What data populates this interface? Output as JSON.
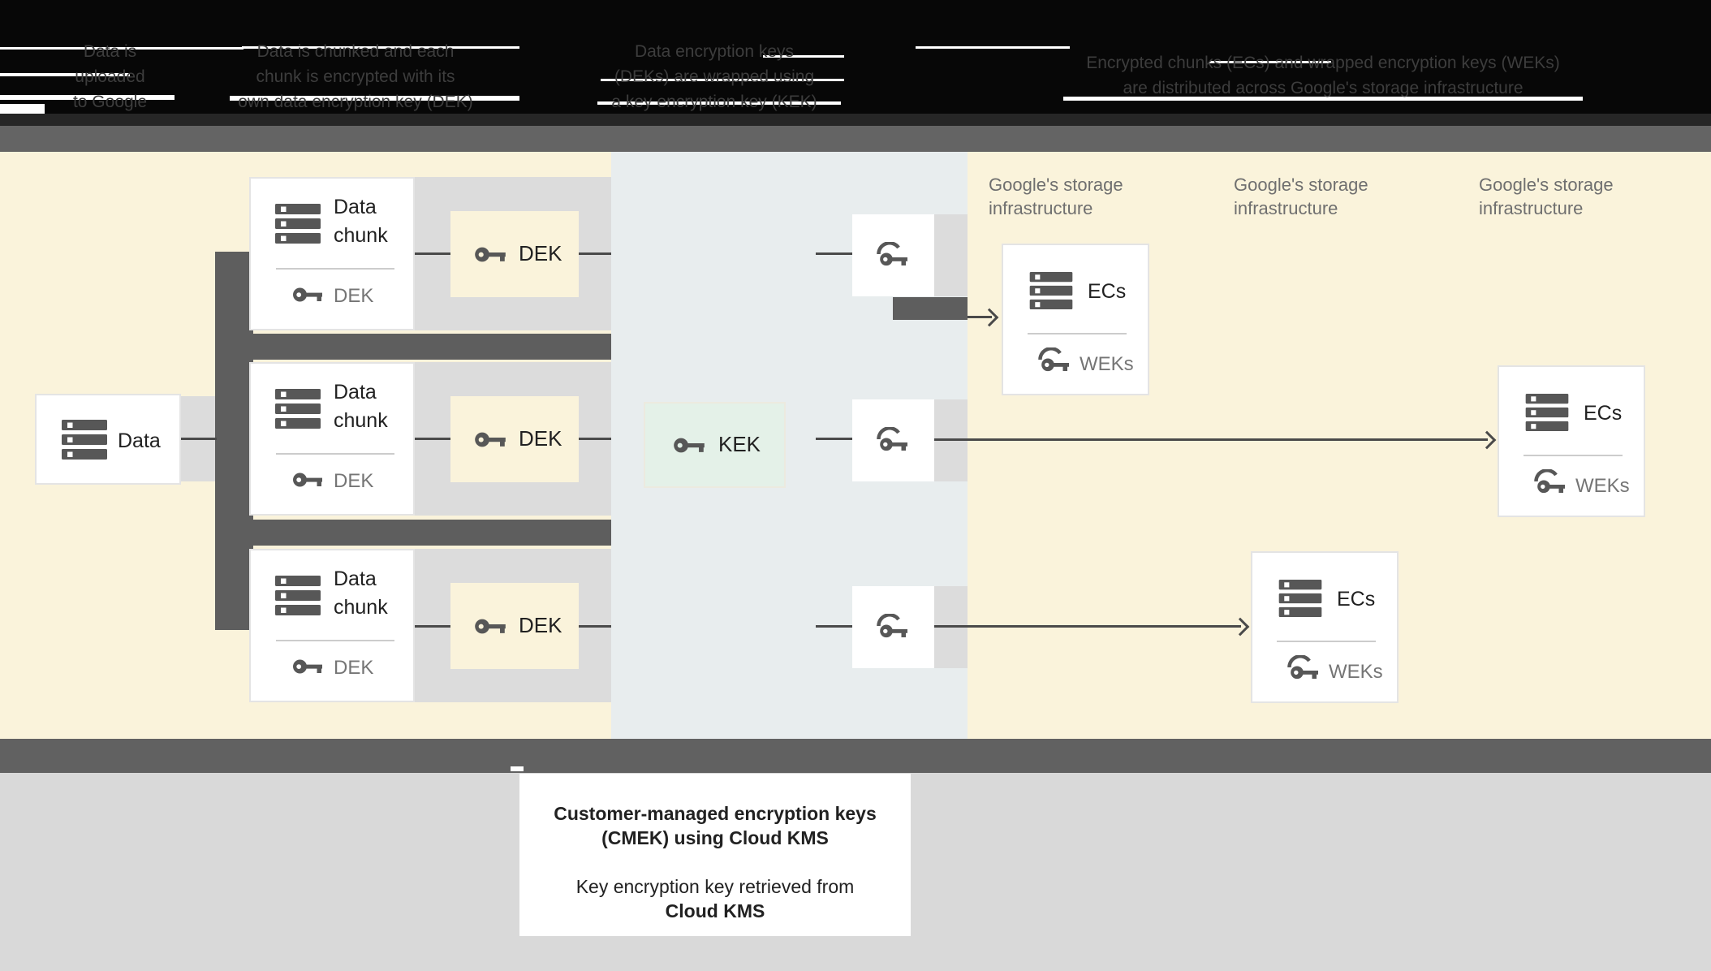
{
  "header": {
    "captions": [
      {
        "line1": "Data is",
        "line2": "uploaded",
        "line3": "to Google"
      },
      {
        "line1": "Data is chunked and each",
        "line2": "chunk is encrypted with its",
        "line3": "own data encryption key (DEK)"
      },
      {
        "line1": "Data encryption keys",
        "line2": "(DEKs) are wrapped using",
        "line3": "a key encryption key (KEK)"
      },
      {
        "line1": "Encrypted chunks (ECs) and wrapped encryption keys (WEKs)",
        "line2": "are distributed across Google's storage infrastructure"
      }
    ]
  },
  "diagram": {
    "data_box": {
      "label": "Data"
    },
    "chunk_boxes": [
      {
        "title_line1": "Data",
        "title_line2": "chunk",
        "key_label": "DEK"
      },
      {
        "title_line1": "Data",
        "title_line2": "chunk",
        "key_label": "DEK"
      },
      {
        "title_line1": "Data",
        "title_line2": "chunk",
        "key_label": "DEK"
      }
    ],
    "dek_boxes": [
      {
        "label": "DEK"
      },
      {
        "label": "DEK"
      },
      {
        "label": "DEK"
      }
    ],
    "kek_box": {
      "label": "KEK"
    },
    "storage_labels": [
      {
        "line1": "Google's storage",
        "line2": "infrastructure"
      },
      {
        "line1": "Google's storage",
        "line2": "infrastructure"
      },
      {
        "line1": "Google's storage",
        "line2": "infrastructure"
      }
    ],
    "ecs_boxes": [
      {
        "title": "ECs",
        "key_label": "WEKs"
      },
      {
        "title": "ECs",
        "key_label": "WEKs"
      },
      {
        "title": "ECs",
        "key_label": "WEKs"
      }
    ]
  },
  "callout": {
    "title_line1": "Customer-managed encryption keys",
    "title_line2": "(CMEK) using Cloud KMS",
    "body_line1": "Key encryption key retrieved from",
    "body_line2": "Cloud KMS"
  },
  "colors": {
    "cream_background": "#faf3db",
    "kms_panel": "#e8edee",
    "slab_gray": "#dcdcdc",
    "structure_dark_gray": "#5e5e5e",
    "kek_mint": "#e4f1e8",
    "dek_cream": "#faf3db",
    "icon_gray": "#575757",
    "muted_text": "#757575",
    "dark_text": "#212121"
  }
}
